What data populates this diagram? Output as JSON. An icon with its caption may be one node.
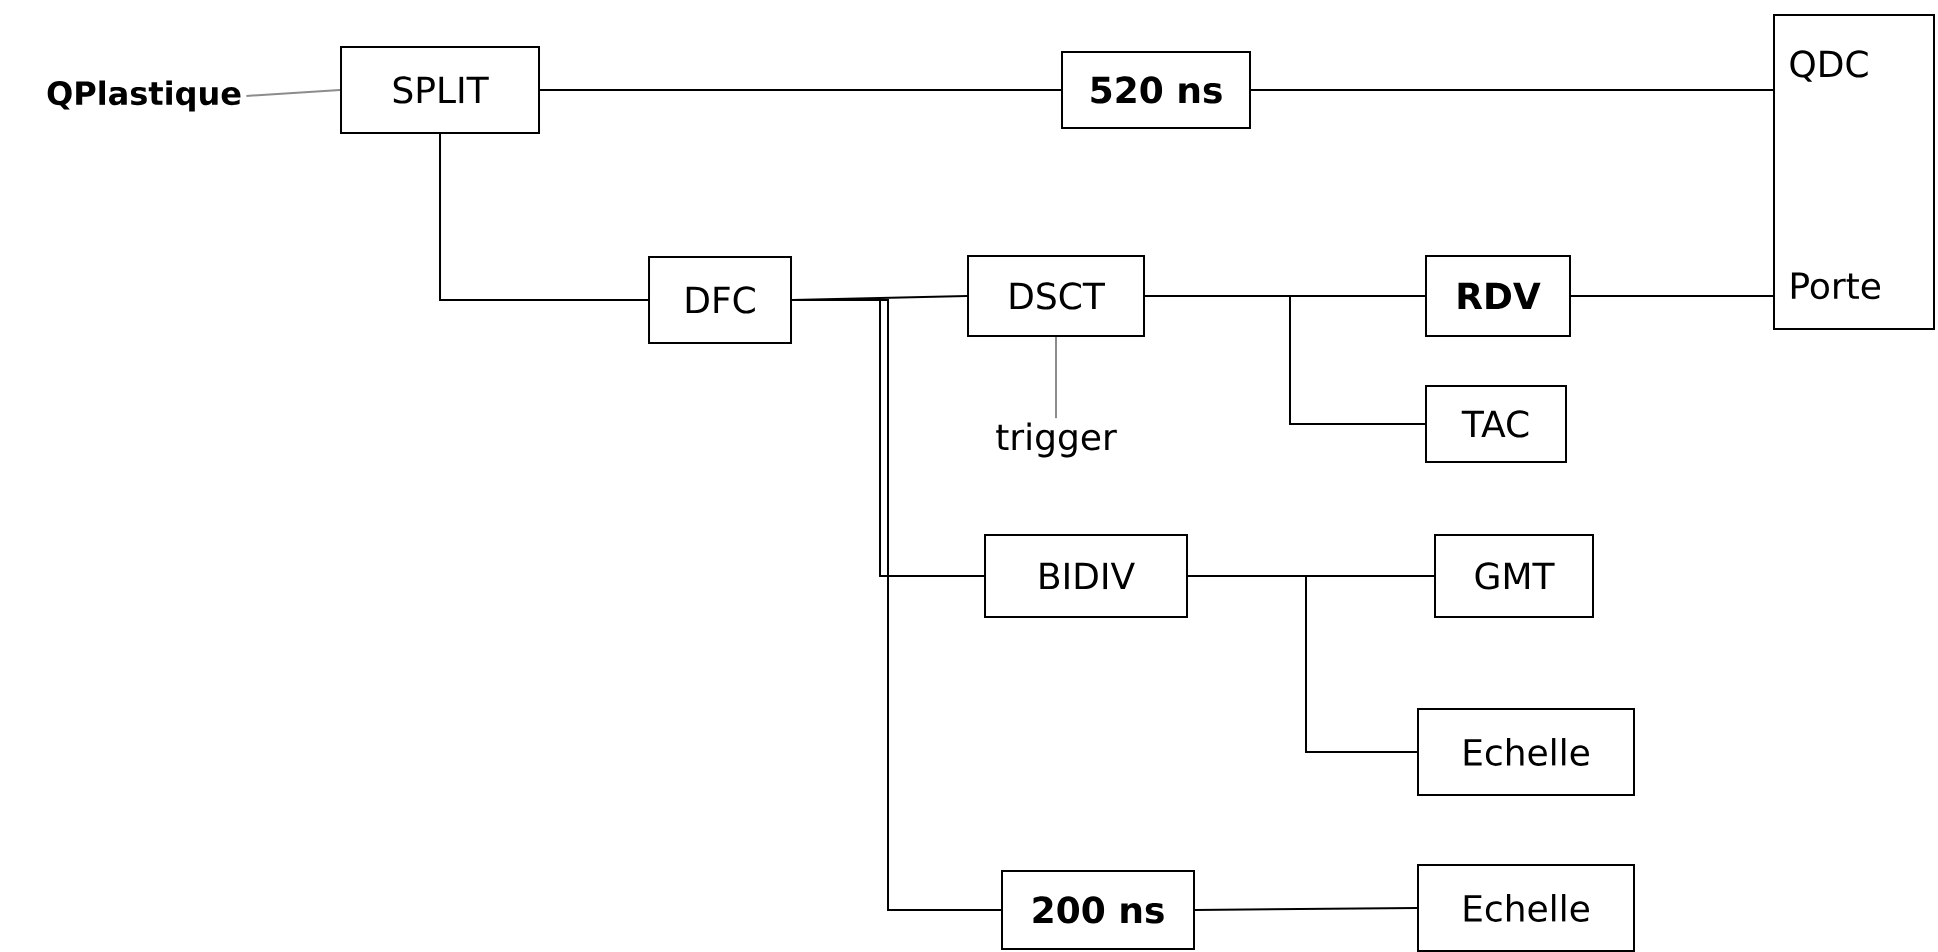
{
  "diagram": {
    "nodes": [
      {
        "text": [
          "QPlastique"
        ]
      },
      {
        "text": [
          "SPLIT"
        ]
      },
      {
        "text": [
          "520 ns"
        ]
      },
      {
        "text": [
          "QDC",
          "Porte"
        ]
      },
      {
        "text": [
          "DFC"
        ]
      },
      {
        "text": [
          "DSCT"
        ]
      },
      {
        "text": [
          "trigger"
        ]
      },
      {
        "text": [
          "RDV"
        ]
      },
      {
        "text": [
          "TAC"
        ]
      },
      {
        "text": [
          "BIDIV"
        ]
      },
      {
        "text": [
          "GMT"
        ]
      },
      {
        "text": [
          "Echelle"
        ]
      },
      {
        "text": [
          "200 ns"
        ]
      },
      {
        "text": [
          "Echelle"
        ]
      }
    ],
    "edges": [
      {
        "from": 0,
        "to": 1,
        "arrow": "none",
        "color": "#8c8c8c"
      },
      {
        "from": 1,
        "to": 2,
        "arrow": "none"
      },
      {
        "from": 2,
        "to": 3,
        "arrow": "none"
      },
      {
        "from": 1,
        "to": 4,
        "arrow": "none"
      },
      {
        "from": 4,
        "to": 5,
        "arrow": "none"
      },
      {
        "from": 6,
        "to": 5,
        "arrow": "none",
        "color": "#8c8c8c"
      },
      {
        "from": 5,
        "to": 7,
        "arrow": "none"
      },
      {
        "from": 5,
        "to": 8,
        "arrow": "none"
      },
      {
        "from": 7,
        "to": 3,
        "arrow": "none"
      },
      {
        "from": 4,
        "to": 9,
        "arrow": "none"
      },
      {
        "from": 9,
        "to": 10,
        "arrow": "none"
      },
      {
        "from": 9,
        "to": 11,
        "arrow": "none"
      },
      {
        "from": 4,
        "to": 12,
        "arrow": "none"
      },
      {
        "from": 12,
        "to": 13,
        "arrow": "none"
      }
    ]
  }
}
